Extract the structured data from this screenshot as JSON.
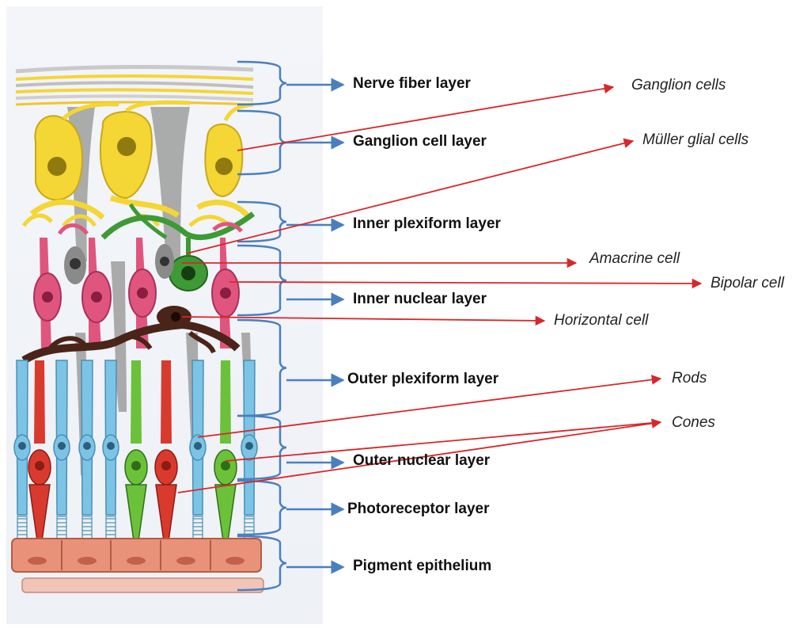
{
  "layers": [
    {
      "key": "nerve_fiber",
      "label": "Nerve fiber layer"
    },
    {
      "key": "ganglion",
      "label": "Ganglion cell layer"
    },
    {
      "key": "inner_plexiform",
      "label": "Inner plexiform layer"
    },
    {
      "key": "inner_nuclear",
      "label": "Inner nuclear layer"
    },
    {
      "key": "outer_plexiform",
      "label": "Outer plexiform layer"
    },
    {
      "key": "outer_nuclear",
      "label": "Outer nuclear layer"
    },
    {
      "key": "photoreceptor",
      "label": "Photoreceptor layer"
    },
    {
      "key": "pigment_epithelium",
      "label": "Pigment epithelium"
    }
  ],
  "cells": [
    {
      "key": "ganglion_cells",
      "label": "Ganglion cells"
    },
    {
      "key": "muller",
      "label": "Müller glial cells"
    },
    {
      "key": "amacrine",
      "label": "Amacrine cell"
    },
    {
      "key": "bipolar",
      "label": "Bipolar cell"
    },
    {
      "key": "horizontal",
      "label": "Horizontal cell"
    },
    {
      "key": "rods",
      "label": "Rods"
    },
    {
      "key": "cones",
      "label": "Cones"
    }
  ],
  "colors": {
    "layer_arrow": "#4a7fbf",
    "cell_arrow": "#d9262a",
    "ganglion": "#f4d634",
    "muller": "#9a9a9a",
    "amacrine": "#3e9a35",
    "bipolar": "#e0557e",
    "horizontal": "#4a2418",
    "rod": "#7cc4e6",
    "cone_red": "#d93a2e",
    "cone_green": "#6cc13a",
    "epithelium": "#e8927a"
  }
}
